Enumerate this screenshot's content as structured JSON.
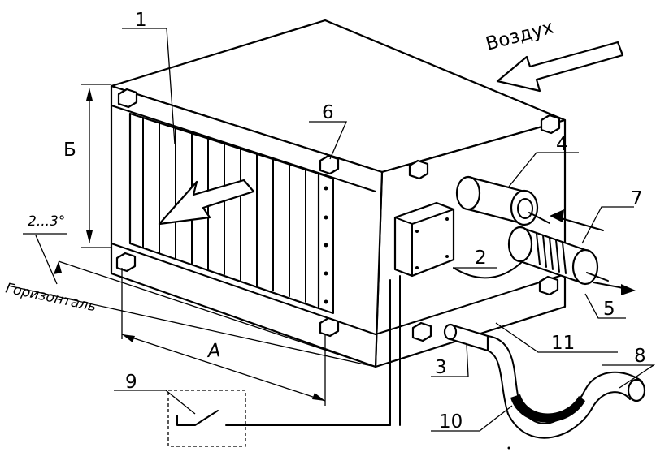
{
  "labels": {
    "air": "Воздух",
    "n1": "1",
    "n2": "2",
    "n3": "3",
    "n4": "4",
    "n5": "5",
    "n6": "6",
    "n7": "7",
    "n8": "8",
    "n9": "9",
    "n10": "10",
    "n11": "11",
    "dim_a": "А",
    "dim_b": "Б",
    "angle": "2...3°",
    "horizontal": "Горизонталь"
  }
}
